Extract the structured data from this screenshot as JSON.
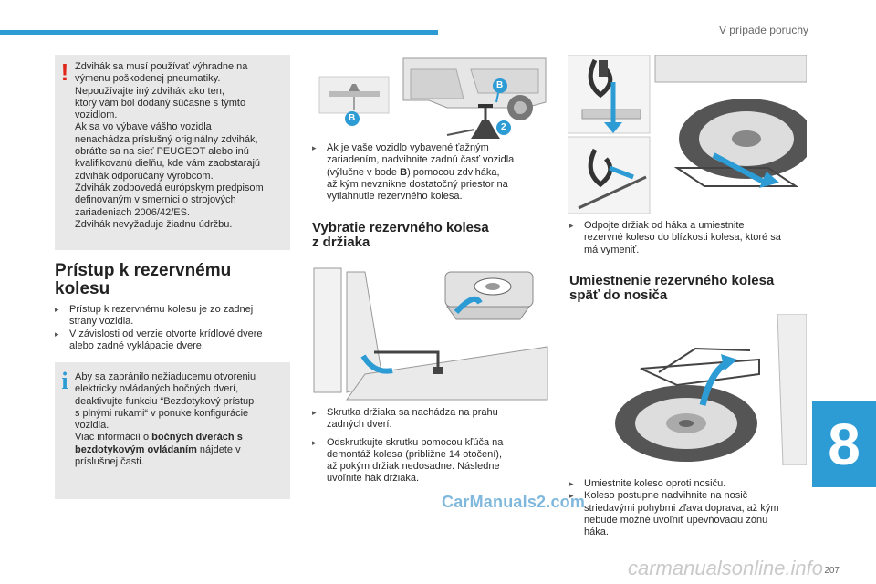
{
  "header": {
    "chapter_title": "V prípade poruchy",
    "chapter_number": "8",
    "page_number": "207"
  },
  "warning_box": {
    "lines": [
      "Zdvihák sa musí používať výhradne na",
      "výmenu poškodenej pneumatiky.",
      "Nepoužívajte iný zdvihák ako ten,",
      "ktorý vám bol dodaný súčasne s týmto",
      "vozidlom.",
      "Ak sa vo výbave vášho vozidla",
      "nenachádza príslušný originálny zdvihák,",
      "obráťte sa na sieť PEUGEOT alebo inú",
      "kvalifikovanú dielňu, kde vám zaobstarajú",
      "zdvihák odporúčaný výrobcom.",
      "Zdvihák zodpovedá európskym predpisom",
      "definovaným v smernici o strojových",
      "zariadeniach 2006/42/ES.",
      "Zdvihák nevyžaduje žiadnu údržbu."
    ]
  },
  "section_access": {
    "title_line1": "Prístup k rezervnému",
    "title_line2": "kolesu",
    "bullet1_l1": "Prístup k rezervnému kolesu je zo zadnej",
    "bullet1_l2": "strany vozidla.",
    "bullet2_l1": "V závislosti od verzie otvorte krídlové dvere",
    "bullet2_l2": "alebo zadné vyklápacie dvere."
  },
  "info_box": {
    "line1": "Aby sa zabránilo nežiaducemu otvoreniu",
    "line2": "elektricky ovládaných bočných dverí,",
    "line3": "deaktivujte funkciu “Bezdotykový prístup",
    "line4": "s plnými rukami“ v ponuke konfigurácie",
    "line5": "vozidla.",
    "line6_pre": "Viac informácií o ",
    "line6_bold": "bočných dverách s",
    "line7_bold": "bezdotykovým ovládaním",
    "line7_post": " nájdete v",
    "line8": "príslušnej časti."
  },
  "middle_column": {
    "towbar_l1": "Ak je vaše vozidlo vybavené ťažným",
    "towbar_l2": "zariadením, nadvihnite zadnú časť vozidla",
    "towbar_l3_pre": "(výlučne v bode ",
    "towbar_l3_bold": "B",
    "towbar_l3_post": ") pomocou zdviháka,",
    "towbar_l4": "až kým nevznikne dostatočný priestor na",
    "towbar_l5": "vytiahnutie rezervného kolesa.",
    "section_title_l1": "Vybratie rezervného kolesa",
    "section_title_l2": "z držiaka",
    "bullet1_l1": "Skrutka držiaka sa nachádza na prahu",
    "bullet1_l2": "zadných dverí.",
    "bullet2_l1": "Odskrutkujte skrutku pomocou kľúča na",
    "bullet2_l2": "demontáž kolesa (približne 14 otočení),",
    "bullet2_l3": "až pokým držiak nedosadne. Následne",
    "bullet2_l4": "uvoľnite hák držiaka.",
    "label_B": "B",
    "label_2": "2"
  },
  "right_column": {
    "detach_l1": "Odpojte držiak od háka a umiestnite",
    "detach_l2": "rezervné koleso do blízkosti kolesa, ktoré sa",
    "detach_l3": "má vymeniť.",
    "section_title_l1": "Umiestnenie rezervného kolesa",
    "section_title_l2": "späť do nosiča",
    "bullet1": "Umiestnite koleso oproti nosiču.",
    "bullet2_l1": "Koleso postupne nadvihnite na nosič",
    "bullet2_l2": "striedavými pohybmi zľava doprava, až kým",
    "bullet2_l3": "nebude možné uvoľniť upevňovaciu zónu",
    "bullet2_l4": "háka."
  },
  "watermarks": {
    "carmanuals": "CarManuals2.com",
    "online": "carmanualsonline.info"
  },
  "colors": {
    "accent_blue": "#2d9bd4",
    "warning_red": "#e0261a",
    "box_gray": "#e8e8e8"
  },
  "icons": {
    "warning": "exclamation-icon",
    "info": "info-icon",
    "bullet": "arrow-bullet-icon"
  }
}
